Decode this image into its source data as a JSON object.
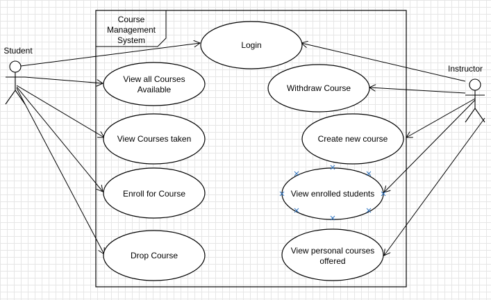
{
  "system": {
    "title_lines": [
      "Course",
      "Management",
      "System"
    ]
  },
  "actors": {
    "student": "Student",
    "instructor": "Instructor"
  },
  "use_cases": {
    "login": [
      "Login"
    ],
    "view_all_courses": [
      "View all Courses",
      "Available"
    ],
    "view_courses_taken": [
      "View Courses taken"
    ],
    "enroll": [
      "Enroll for Course"
    ],
    "drop": [
      "Drop Course"
    ],
    "withdraw": [
      "Withdraw Course"
    ],
    "create_course": [
      "Create new course"
    ],
    "view_enrolled": [
      "View enrolled students"
    ],
    "view_personal": [
      "View personal courses",
      "offered"
    ]
  },
  "colors": {
    "line": "#000000",
    "grid": "#e6e6e6",
    "selection": "#2f74c0"
  }
}
